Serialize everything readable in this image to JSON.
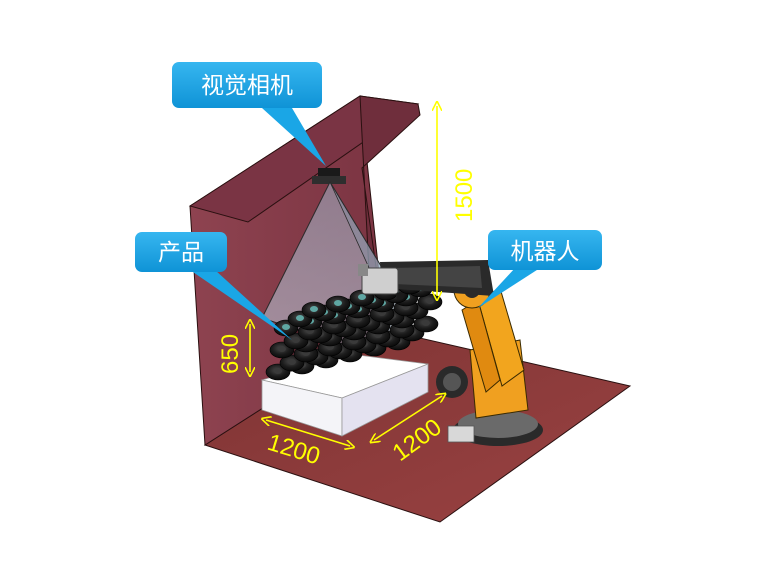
{
  "callouts": {
    "camera": "视觉相机",
    "product": "产品",
    "robot": "机器人"
  },
  "dimensions": {
    "height_camera": "1500",
    "height_stack": "650",
    "pallet_length": "1200",
    "pallet_width": "1200"
  },
  "colors": {
    "wall": "#8b3f4a",
    "floor": "#8a3a3a",
    "callout_fill": "#1aa6e6",
    "dimension": "#ffff00",
    "robot_orange": "#f0a020",
    "pallet": "#ffffff"
  }
}
